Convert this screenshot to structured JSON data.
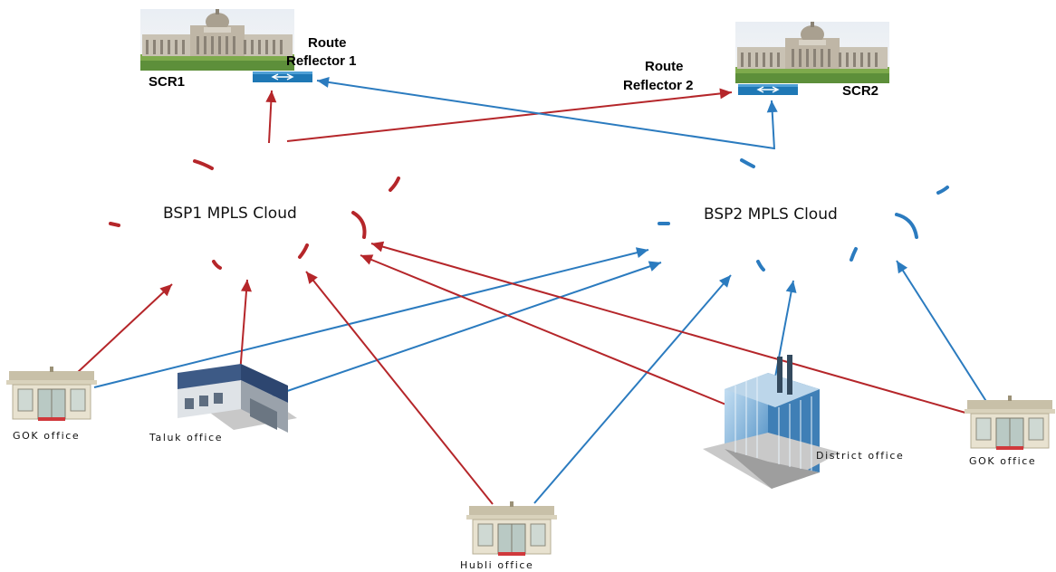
{
  "colors": {
    "bsp1_link": "#b5262a",
    "bsp2_link": "#2b7bbf"
  },
  "scr1": {
    "label": "SCR1",
    "router_label_line1": "Route",
    "router_label_line2": "Reflector 1"
  },
  "scr2": {
    "label": "SCR2",
    "router_label_line1": "Route",
    "router_label_line2": "Reflector 2"
  },
  "clouds": {
    "bsp1": "BSP1 MPLS Cloud",
    "bsp2": "BSP2 MPLS Cloud"
  },
  "offices": {
    "gok_left": "GOK office",
    "taluk": "Taluk office",
    "hubli": "Hubli office",
    "district": "District office",
    "gok_right": "GOK office"
  },
  "icons": {
    "scr_building": "legislature-building-icon",
    "router": "router-icon",
    "small_office": "shop-office-icon",
    "taluk_office": "warehouse-office-icon",
    "district_office": "tower-office-icon"
  }
}
